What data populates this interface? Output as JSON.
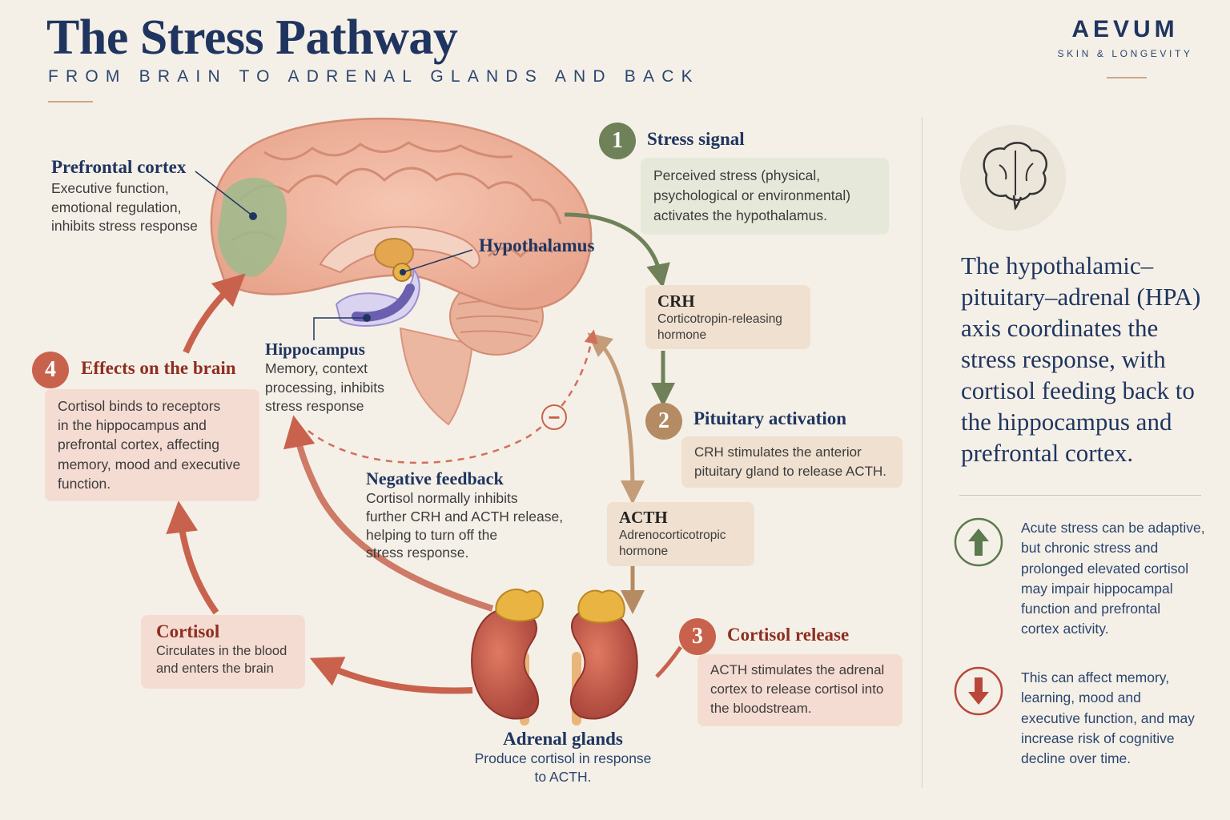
{
  "header": {
    "title": "The Stress Pathway",
    "subtitle": "FROM BRAIN TO ADRENAL GLANDS AND BACK"
  },
  "brand": {
    "name": "AEVUM",
    "tagline": "SKIN & LONGEVITY"
  },
  "brain_labels": {
    "prefrontal": {
      "title": "Prefrontal cortex",
      "lines": [
        "Executive function,",
        "emotional regulation,",
        "inhibits stress response"
      ]
    },
    "hypothalamus": {
      "title": "Hypothalamus"
    },
    "hippocampus": {
      "title": "Hippocampus",
      "lines": [
        "Memory, context",
        "processing, inhibits",
        "stress response"
      ]
    }
  },
  "steps": [
    {
      "number": "1",
      "title": "Stress signal",
      "lines": [
        "Perceived stress (physical,",
        "psychological or environmental)",
        "activates the hypothalamus."
      ]
    },
    {
      "number": "2",
      "title": "Pituitary activation",
      "lines": [
        "CRH stimulates the anterior",
        "pituitary gland to release ACTH."
      ]
    },
    {
      "number": "3",
      "title": "Cortisol release",
      "lines": [
        "ACTH stimulates the adrenal",
        "cortex to release cortisol into",
        "the bloodstream."
      ]
    },
    {
      "number": "4",
      "title": "Effects on the brain",
      "lines": [
        "Cortisol binds to receptors",
        "in the hippocampus and",
        "prefrontal cortex, affecting",
        "memory, mood and executive",
        "function."
      ]
    }
  ],
  "hormones": {
    "crh": {
      "title": "CRH",
      "lines": [
        "Corticotropin-releasing",
        "hormone"
      ]
    },
    "acth": {
      "title": "ACTH",
      "lines": [
        "Adrenocorticotropic",
        "hormone"
      ]
    },
    "cortisol": {
      "title": "Cortisol",
      "lines": [
        "Circulates in the blood",
        "and enters the brain"
      ]
    }
  },
  "feedback": {
    "title": "Negative feedback",
    "lines": [
      "Cortisol normally inhibits",
      "further CRH and ACTH release,",
      "helping to turn off the",
      "stress response."
    ],
    "symbol": "−"
  },
  "adrenal": {
    "title": "Adrenal glands",
    "lines": [
      "Produce cortisol in response",
      "to ACTH."
    ]
  },
  "sidebar": {
    "hpa_summary": "The hypothalamic–pituitary–adrenal (HPA) axis coordinates the stress response, with cortisol feeding back to the hippocampus and prefrontal cortex.",
    "notes": [
      {
        "icon": "arrow-up-icon",
        "color": "#5b7a4d",
        "lines": [
          "Acute stress can be adaptive,",
          "but chronic stress and",
          "prolonged elevated cortisol",
          "may impair hippocampal",
          "function and prefrontal",
          "cortex activity."
        ]
      },
      {
        "icon": "arrow-down-icon",
        "color": "#b8473a",
        "lines": [
          "This can affect memory,",
          "learning, mood and",
          "executive function, and may",
          "increase risk of cognitive",
          "decline over time."
        ]
      }
    ]
  },
  "colors": {
    "navy": "#1f3560",
    "green": "#6e8158",
    "tan": "#b48b63",
    "red": "#c9624d",
    "background": "#f5f0e7"
  }
}
